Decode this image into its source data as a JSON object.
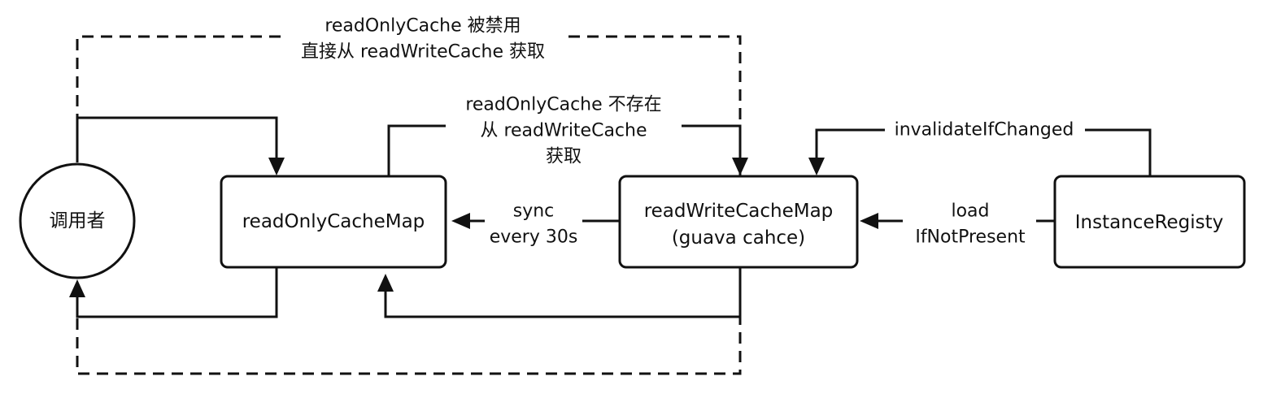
{
  "nodes": {
    "caller": "调用者",
    "read_only": "readOnlyCacheMap",
    "read_write_line1": "readWriteCacheMap",
    "read_write_line2": "(guava cahce)",
    "registry": "InstanceRegisty"
  },
  "edges": {
    "disabled_line1": "readOnlyCache 被禁用",
    "disabled_line2": "直接从 readWriteCache 获取",
    "missing_line1": "readOnlyCache 不存在",
    "missing_line2": "从 readWriteCache",
    "missing_line3": "获取",
    "sync_line1": "sync",
    "sync_line2": "every 30s",
    "load_line1": "load",
    "load_line2": "IfNotPresent",
    "invalidate": "invalidateIfChanged"
  }
}
